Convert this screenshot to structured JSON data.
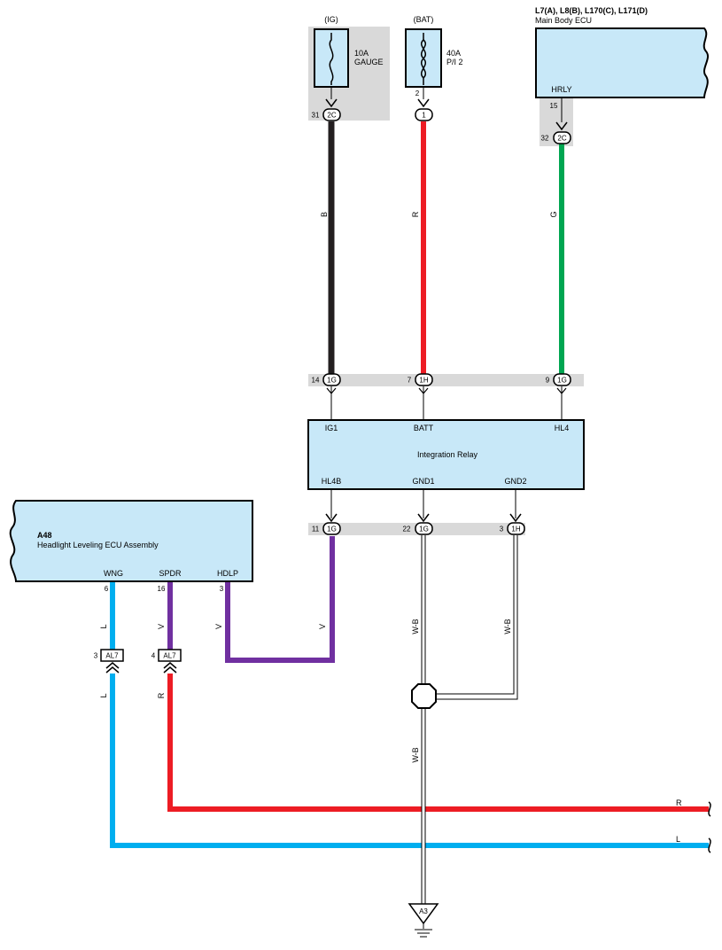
{
  "fuses": [
    {
      "source": "(IG)",
      "rating": "10A",
      "name": "GAUGE"
    },
    {
      "source": "(BAT)",
      "rating": "40A",
      "name": "P/I 2"
    }
  ],
  "main_body_ecu": {
    "codes": "L7(A), L8(B), L170(C), L171(D)",
    "name": "Main Body ECU",
    "terminal": "HRLY",
    "terminal_pin": "15"
  },
  "integration_relay": {
    "name": "Integration Relay",
    "terminals_top": [
      "IG1",
      "BATT",
      "HL4"
    ],
    "terminals_bottom": [
      "HL4B",
      "GND1",
      "GND2"
    ]
  },
  "headlight_ecu": {
    "code": "A48",
    "name": "Headlight Leveling ECU Assembly",
    "terminals": [
      "WNG",
      "SPDR",
      "HDLP"
    ],
    "pins": [
      "6",
      "16",
      "3"
    ]
  },
  "connectors": {
    "top": [
      {
        "pin": "31",
        "code": "2C"
      },
      {
        "pin": "2",
        "code": "1"
      },
      {
        "pin": "32",
        "code": "2C"
      }
    ],
    "relay_top": [
      {
        "pin": "14",
        "code": "1G"
      },
      {
        "pin": "7",
        "code": "1H"
      },
      {
        "pin": "9",
        "code": "1G"
      }
    ],
    "relay_bottom": [
      {
        "pin": "11",
        "code": "1G"
      },
      {
        "pin": "22",
        "code": "1G"
      },
      {
        "pin": "3",
        "code": "1H"
      }
    ],
    "al7": [
      {
        "pin": "3",
        "code": "AL7"
      },
      {
        "pin": "4",
        "code": "AL7"
      }
    ]
  },
  "wires": {
    "ig": "B",
    "bat": "R",
    "hrly": "G",
    "hdlp_v1": "V",
    "hdlp_v2": "V",
    "spdr_v": "V",
    "wng_l": "L",
    "gnd1": "W-B",
    "gnd2": "W-B",
    "gnd_trunk": "W-B",
    "al7_l": "L",
    "al7_r": "R",
    "out_r": "R",
    "out_l": "L"
  },
  "ground": {
    "code": "A3"
  },
  "colors": {
    "black": "#231f20",
    "red": "#ed1c24",
    "green": "#00a651",
    "violet": "#7030a0",
    "blue": "#00aeef",
    "component_fill": "#c8e8f8",
    "band_gray": "#d9d9d9"
  }
}
